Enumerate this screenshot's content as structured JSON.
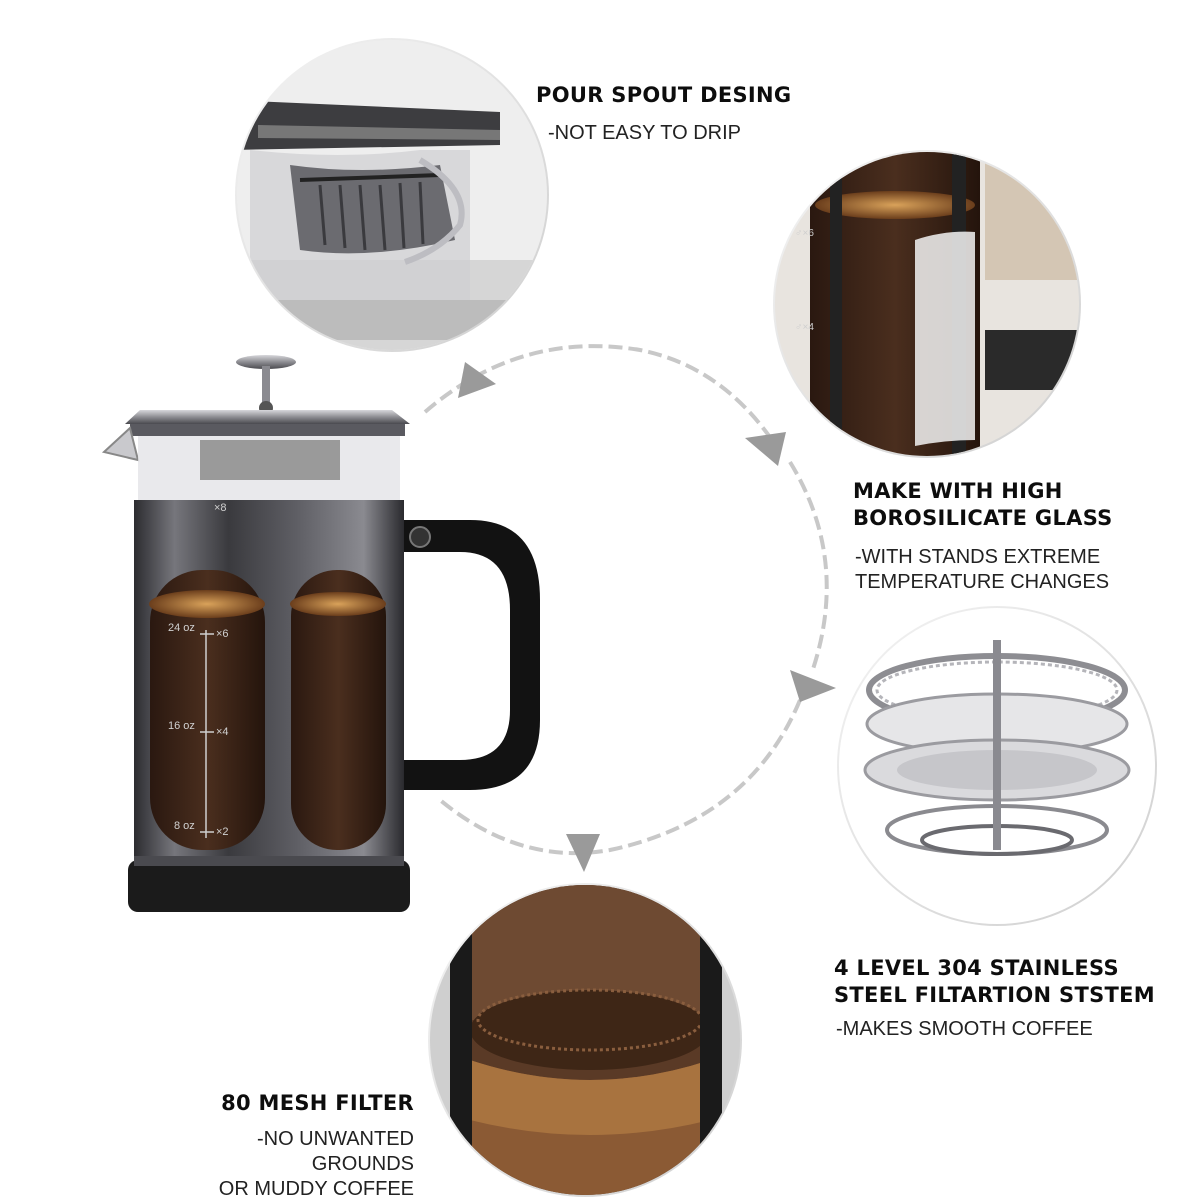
{
  "features": {
    "pour_spout": {
      "title": "POUR SPOUT DESING",
      "subtitle": "-NOT EASY TO DRIP"
    },
    "glass": {
      "title_line1": "MAKE WITH HIGH",
      "title_line2": "BOROSILICATE GLASS",
      "subtitle_line1": "-WITH STANDS EXTREME",
      "subtitle_line2": "TEMPERATURE CHANGES"
    },
    "filtration": {
      "title_line1": "4 LEVEL 304 STAINLESS",
      "title_line2": "STEEL FILTARTION STSTEM",
      "subtitle": "-MAKES SMOOTH COFFEE"
    },
    "mesh": {
      "title": "80 MESH FILTER",
      "subtitle_line1": "-NO UNWANTED GROUNDS",
      "subtitle_line2": "OR MUDDY COFFEE"
    }
  },
  "carafe_markings": {
    "oz_24": "24 oz",
    "oz_16": "16 oz",
    "oz_8": "8 oz",
    "cup_8": "×8",
    "cup_6": "×6",
    "cup_4": "×4",
    "cup_2": "×2"
  },
  "colors": {
    "background": "#ffffff",
    "cycle_arrow": "#c4c4c4",
    "coffee": "#3a2418",
    "steel": "#4a4a4e",
    "handle": "#111111"
  }
}
